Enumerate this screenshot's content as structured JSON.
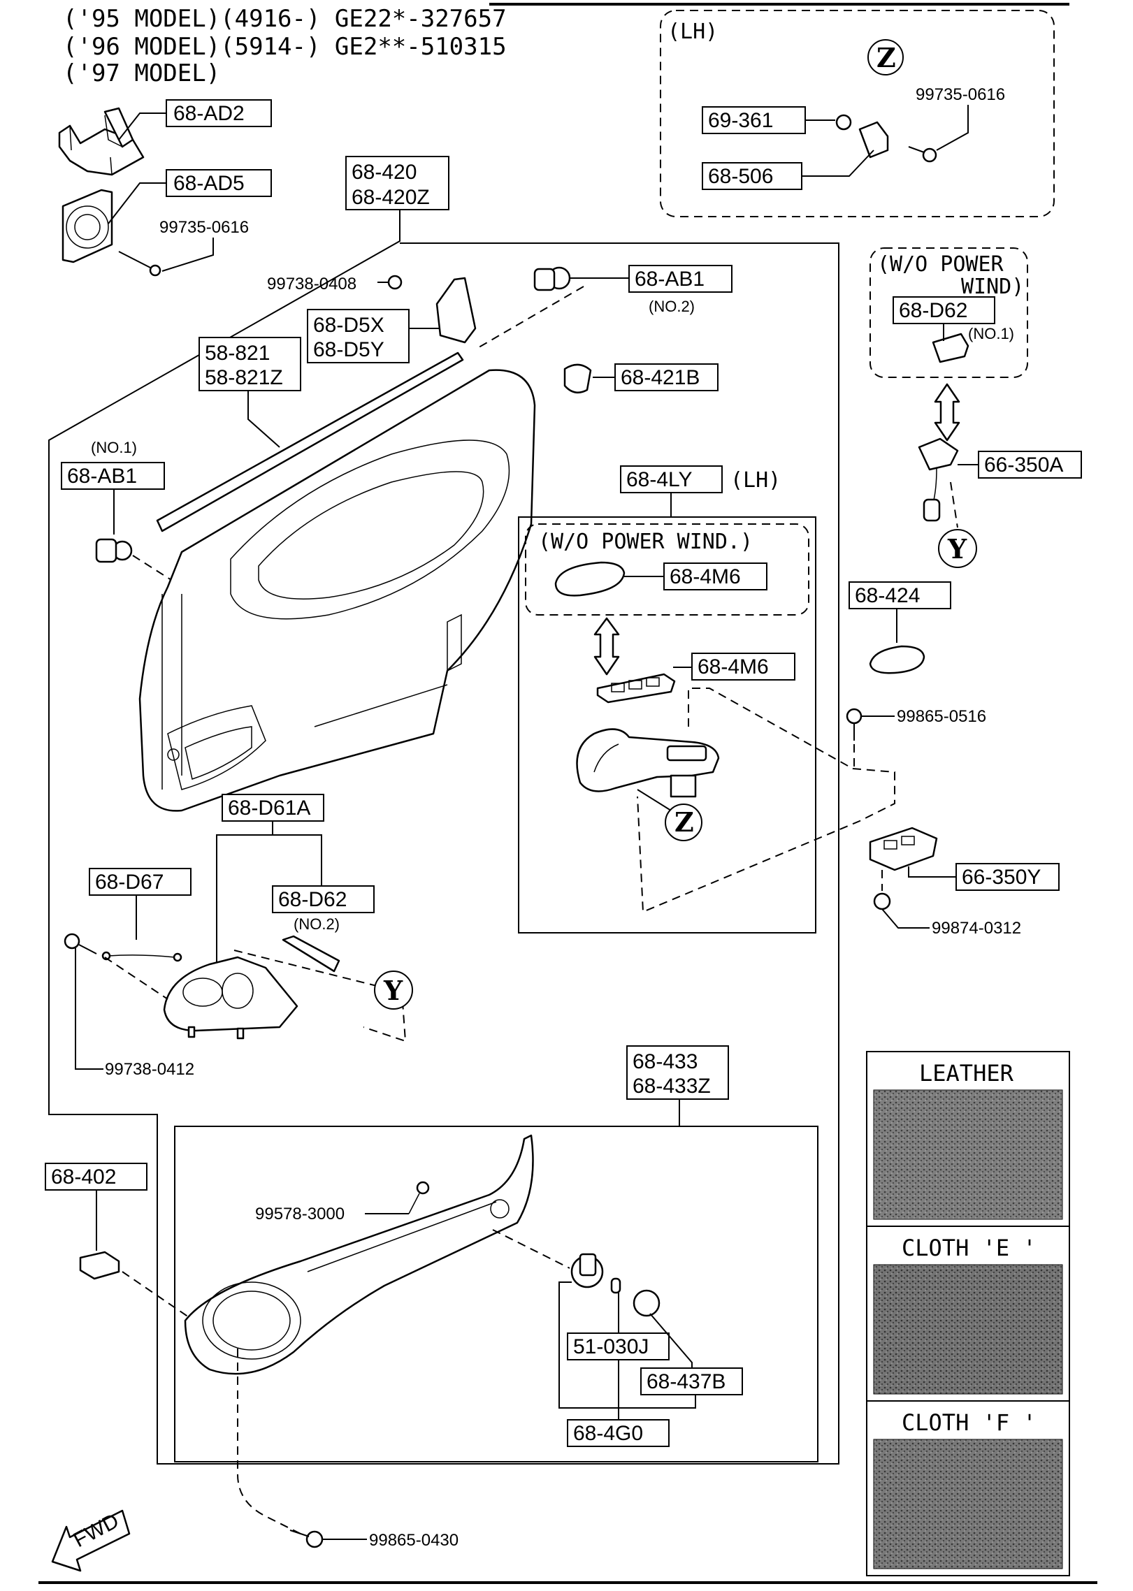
{
  "header": {
    "lines": [
      "('95 MODEL)(4916-) GE22*-327657",
      "('96 MODEL)(5914-) GE2**-510315",
      "('97 MODEL)"
    ]
  },
  "callouts": {
    "c68AD2": "68-AD2",
    "c68AD5": "68-AD5",
    "c99735a": "99735-0616",
    "c68420": "68-420",
    "c68420Z": "68-420Z",
    "c99738_0408": "99738-0408",
    "c68AB1_top": "68-AB1",
    "no2_top": "(NO.2)",
    "c68D5X": "68-D5X",
    "c68D5Y": "68-D5Y",
    "c58821": "58-821",
    "c58821Z": "58-821Z",
    "c68421B": "68-421B",
    "no1_left": "(NO.1)",
    "c68AB1_left": "68-AB1",
    "c68D61A": "68-D61A",
    "c68D67": "68-D67",
    "c68D62_mid": "68-D62",
    "no2_mid": "(NO.2)",
    "c99738_0412": "99738-0412",
    "c68402": "68-402",
    "c68433": "68-433",
    "c68433Z": "68-433Z",
    "c99578": "99578-3000",
    "c51030J": "51-030J",
    "c68437B": "68-437B",
    "c684G0": "68-4G0",
    "c99865_0430": "99865-0430",
    "fwd": "FWD",
    "lh_top": "(LH)",
    "c69361": "69-361",
    "c68506": "68-506",
    "c99735b": "99735-0616",
    "wo_power_1": "(W/O POWER",
    "wo_power_2": "WIND)",
    "c68D62_top": "68-D62",
    "no1_right": "(NO.1)",
    "c66350A": "66-350A",
    "c684LY": "68-4LY",
    "lh_mid": "(LH)",
    "wo_power_wind": "(W/O POWER WIND.)",
    "c684M6a": "68-4M6",
    "c684M6b": "68-4M6",
    "c68424": "68-424",
    "c99865_0516": "99865-0516",
    "c66350Y": "66-350Y",
    "c99874_0312": "99874-0312"
  },
  "refs": {
    "z": "Z",
    "y": "Y"
  },
  "swatches": [
    {
      "label": "LEATHER",
      "color": "#6a6a6a"
    },
    {
      "label": "CLOTH 'E '",
      "color": "#4a4a4a"
    },
    {
      "label": "CLOTH 'F '",
      "color": "#5a5a5a"
    }
  ]
}
